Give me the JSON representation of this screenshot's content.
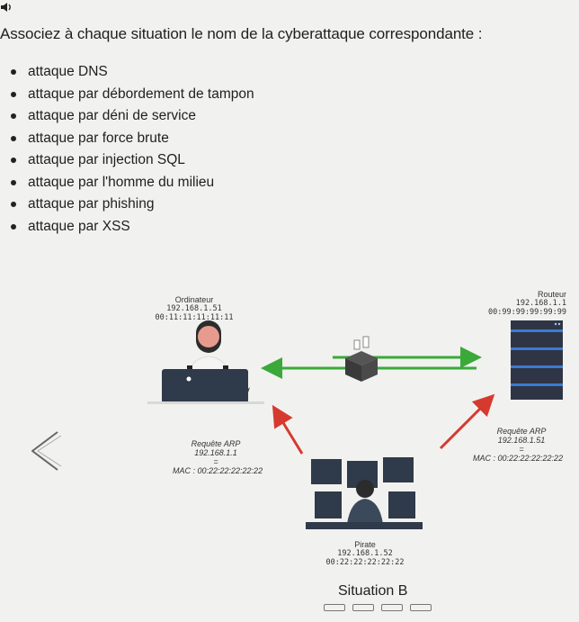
{
  "question": "Associez à chaque situation le nom de la cyberattaque correspondante :",
  "speaker_icon": "speaker-icon",
  "options": [
    "attaque DNS",
    "attaque par débordement de tampon",
    "attaque par déni de service",
    "attaque par force brute",
    "attaque par injection SQL",
    "attaque par l'homme du milieu",
    "attaque par phishing",
    "attaque par XSS"
  ],
  "diagram": {
    "computer": {
      "title": "Ordinateur",
      "ip": "192.168.1.51",
      "mac": "00:11:11:11:11:11"
    },
    "router": {
      "title": "Routeur",
      "ip": "192.168.1.1",
      "mac": "00:99:99:99:99:99"
    },
    "arp_left": {
      "title": "Requête ARP",
      "ip": "192.168.1.1",
      "eq": "=",
      "mac": "MAC : 00:22:22:22:22:22"
    },
    "arp_right": {
      "title": "Requête ARP",
      "ip": "192.168.1.51",
      "eq": "=",
      "mac": "MAC : 00:22:22:22:22:22"
    },
    "pirate": {
      "title": "Pirate",
      "ip": "192.168.1.52",
      "mac": "00:22:22:22:22:22"
    },
    "colors": {
      "green": "#3aa93a",
      "red": "#d63a2e",
      "screen": "#2f3a4a",
      "rack": "#2f3545",
      "rack_led": "#3a7bd5"
    }
  },
  "caption": "Situation B",
  "pagination_count": 4
}
